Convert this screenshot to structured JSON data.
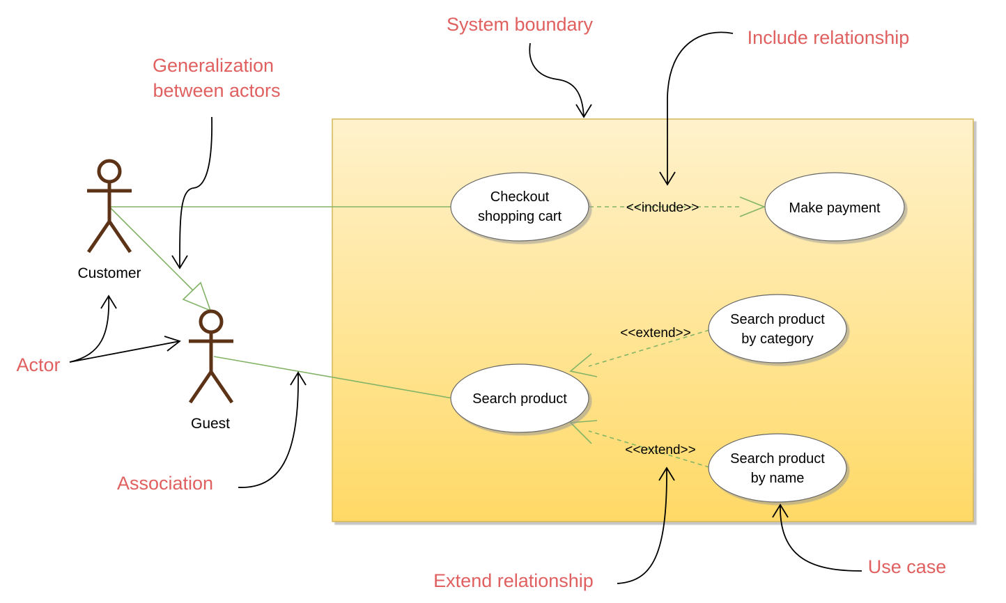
{
  "colors": {
    "annotation": "#e06060",
    "boundary_fill_top": "#fff2cc",
    "boundary_fill_bottom": "#ffd966",
    "boundary_stroke": "#d6b656",
    "relation_line": "#82b366",
    "actor_stroke": "#5c3317",
    "use_case_fill": "#ffffff",
    "callout_stroke": "#000000"
  },
  "annotations": {
    "system_boundary": "System boundary",
    "include_relationship": "Include relationship",
    "generalization_line1": "Generalization",
    "generalization_line2": "between actors",
    "actor": "Actor",
    "association": "Association",
    "extend_relationship": "Extend relationship",
    "use_case": "Use case"
  },
  "actors": {
    "customer": "Customer",
    "guest": "Guest"
  },
  "use_cases": {
    "checkout_line1": "Checkout",
    "checkout_line2": "shopping cart",
    "make_payment": "Make payment",
    "search_by_category_line1": "Search product",
    "search_by_category_line2": "by category",
    "search_product": "Search product",
    "search_by_name_line1": "Search product",
    "search_by_name_line2": "by name"
  },
  "stereotypes": {
    "include": "<<include>>",
    "extend_category": "<<extend>>",
    "extend_name": "<<extend>>"
  }
}
